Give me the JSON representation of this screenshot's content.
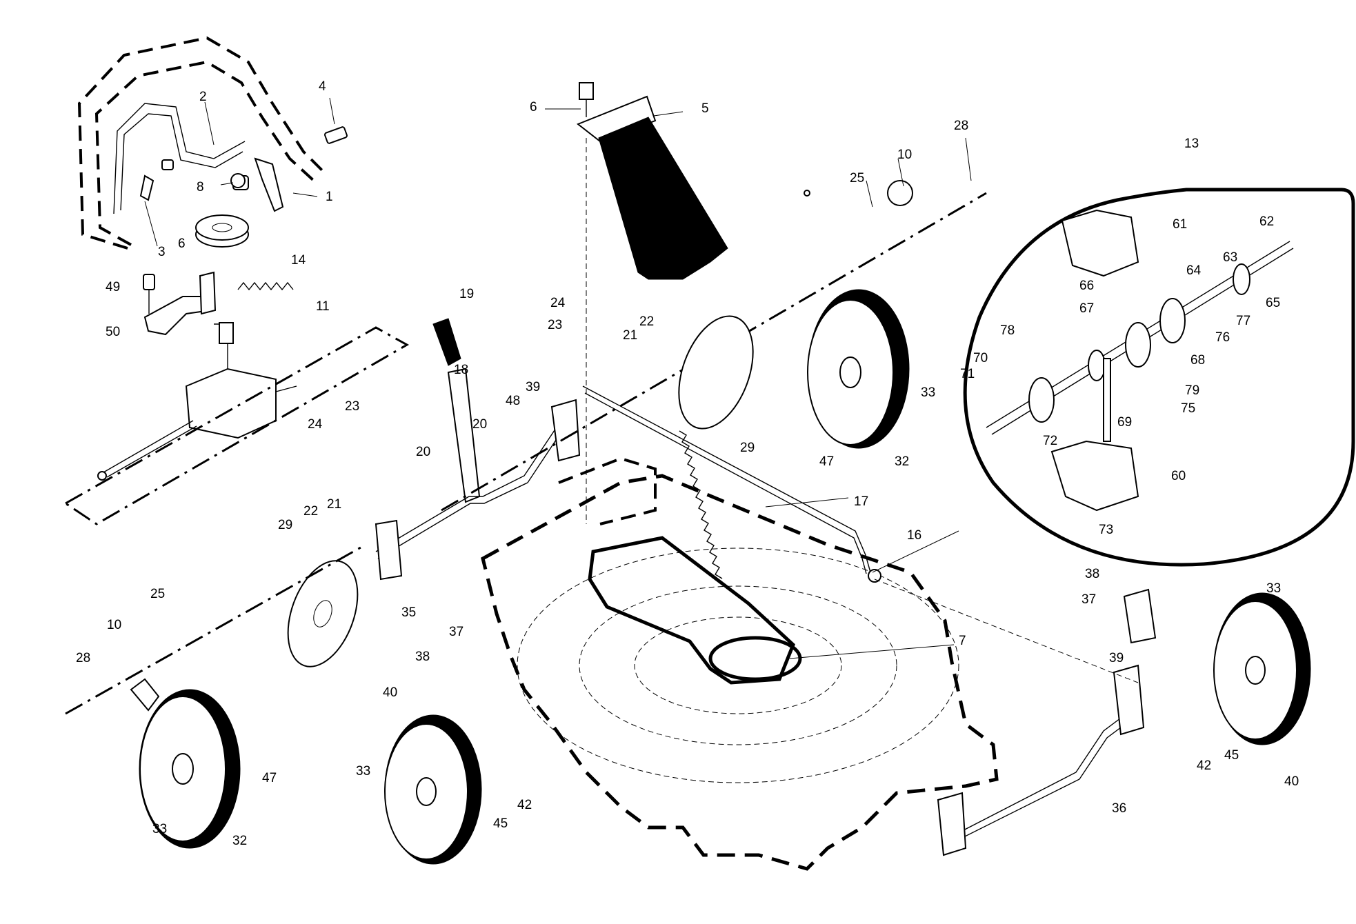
{
  "diagram": {
    "callouts": [
      "1",
      "2",
      "3",
      "4",
      "5",
      "6",
      "6",
      "7",
      "8",
      "10",
      "10",
      "11",
      "13",
      "14",
      "16",
      "17",
      "18",
      "19",
      "20",
      "20",
      "21",
      "21",
      "22",
      "22",
      "23",
      "23",
      "24",
      "24",
      "25",
      "25",
      "28",
      "28",
      "29",
      "29",
      "32",
      "32",
      "33",
      "33",
      "33",
      "33",
      "35",
      "36",
      "37",
      "37",
      "38",
      "38",
      "39",
      "39",
      "40",
      "40",
      "42",
      "42",
      "45",
      "45",
      "47",
      "47",
      "48",
      "49",
      "50",
      "60",
      "61",
      "62",
      "63",
      "64",
      "65",
      "66",
      "67",
      "68",
      "69",
      "70",
      "71",
      "72",
      "73",
      "75",
      "76",
      "77",
      "78",
      "79"
    ]
  }
}
